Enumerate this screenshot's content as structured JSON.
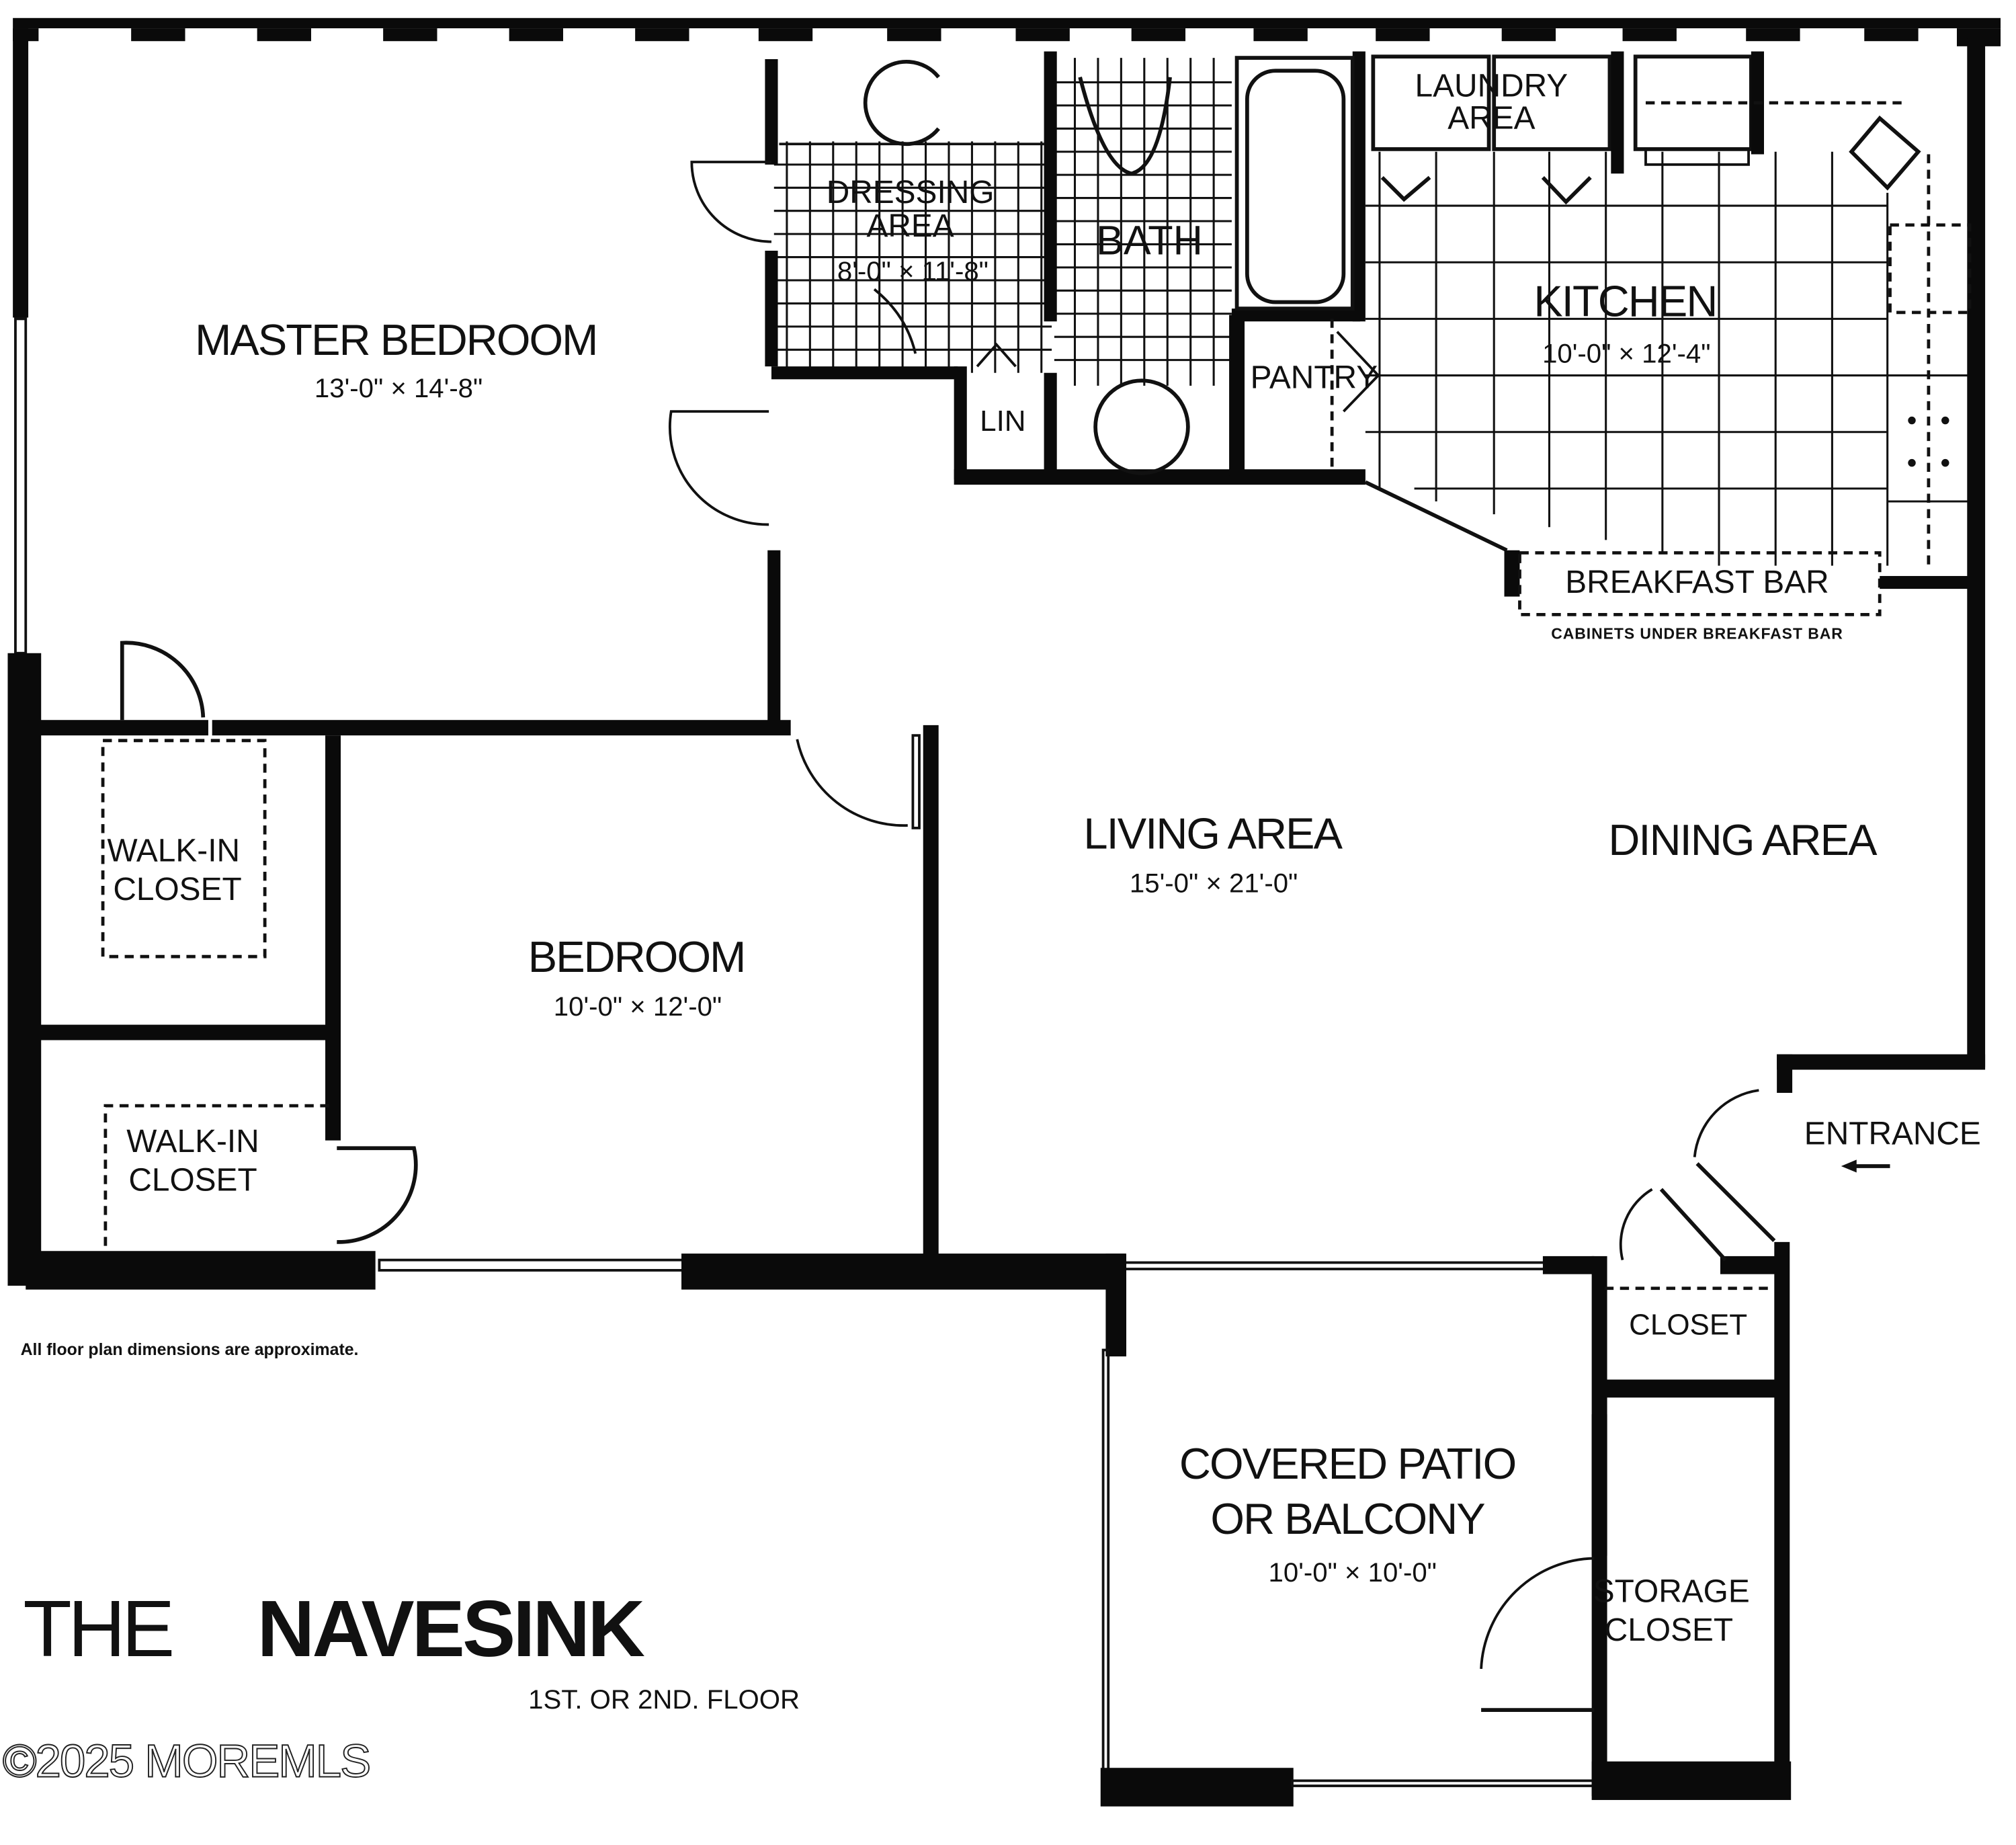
{
  "plan": {
    "name_prefix": "THE",
    "name": "NAVESINK",
    "floor": "1ST. OR 2ND. FLOOR",
    "disclaimer": "All floor plan dimensions are approximate.",
    "watermark": "©2025 MOREMLS"
  },
  "rooms": {
    "master_bedroom": {
      "label": "MASTER BEDROOM",
      "dims": "13'-0\" × 14'-8\""
    },
    "dressing_area": {
      "label_line1": "DRESSING",
      "label_line2": "AREA",
      "dims": "8'-0\" × 11'-8\""
    },
    "bath": {
      "label": "BATH"
    },
    "linen": {
      "label": "LIN"
    },
    "laundry": {
      "label_line1": "LAUNDRY",
      "label_line2": "AREA"
    },
    "pantry": {
      "label": "PANTRY"
    },
    "kitchen": {
      "label": "KITCHEN",
      "dims": "10'-0\" × 12'-4\""
    },
    "breakfast_bar": {
      "label": "BREAKFAST BAR",
      "note": "CABINETS UNDER BREAKFAST BAR"
    },
    "walk_in_closet_1": {
      "label_line1": "WALK-IN",
      "label_line2": "CLOSET"
    },
    "walk_in_closet_2": {
      "label_line1": "WALK-IN",
      "label_line2": "CLOSET"
    },
    "bedroom": {
      "label": "BEDROOM",
      "dims": "10'-0\" × 12'-0\""
    },
    "living_area": {
      "label": "LIVING AREA",
      "dims": "15'-0\" × 21'-0\""
    },
    "dining_area": {
      "label": "DINING AREA"
    },
    "entrance": {
      "label": "ENTRANCE"
    },
    "closet": {
      "label": "CLOSET"
    },
    "patio": {
      "label_line1": "COVERED PATIO",
      "label_line2": "OR BALCONY",
      "dims": "10'-0\" × 10'-0\""
    },
    "storage_closet": {
      "label_line1": "STORAGE",
      "label_line2": "CLOSET"
    }
  },
  "colors": {
    "ink": "#0a0a0a",
    "paper": "#ffffff"
  }
}
